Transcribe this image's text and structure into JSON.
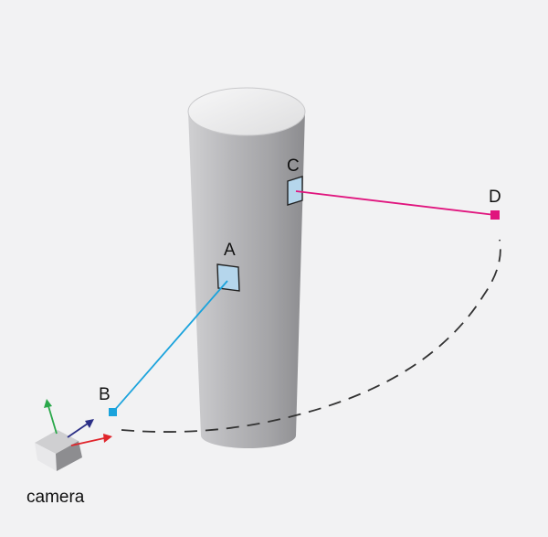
{
  "diagram": {
    "labels": {
      "a": "A",
      "b": "B",
      "c": "C",
      "d": "D",
      "camera": "camera"
    },
    "colors": {
      "background": "#f2f2f3",
      "cylinder_light": "#d4d4d6",
      "cylinder_mid": "#a9a9ac",
      "cylinder_dark": "#8a8a8d",
      "cylinder_top": "#ebebec",
      "patch_fill": "#b5d6ec",
      "ray_ab": "#1aa3dc",
      "ray_cd": "#e0157e",
      "axis_up": "#2aa84a",
      "axis_forward": "#2b2f86",
      "axis_right": "#e0252b",
      "path": "#333333"
    },
    "icons": {
      "camera": "camera-cube-icon"
    }
  }
}
